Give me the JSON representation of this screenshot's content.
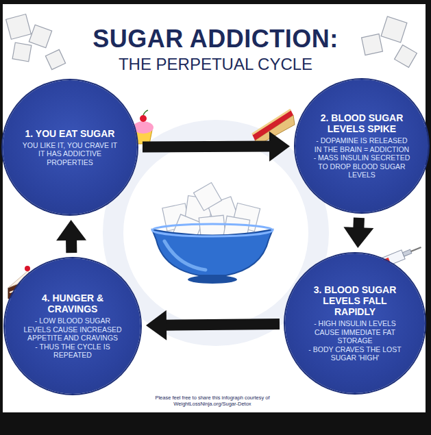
{
  "diagram": {
    "title": "SUGAR ADDICTION:",
    "nodes": [
      {
        "text": [
          "1. YOU EAT SUGAR",
          "YOU LIKE IT, YOU CRAVE IT IT HAS ADDICTIVE PROPERTIES"
        ]
      },
      {
        "text": [
          "2. BLOOD SUGAR LEVELS SPIKE",
          "- DOPAMINE IS RELEASED IN THE BRAIN = ADDICTION",
          "- MASS INSULIN SECRETED TO DROP BLOOD SUGAR LEVELS"
        ]
      },
      {
        "text": [
          "3. BLOOD SUGAR LEVELS FALL RAPIDLY",
          "- HIGH INSULIN LEVELS CAUSE IMMEDIATE FAT STORAGE",
          "- BODY CRAVES THE LOST SUGAR 'HIGH'"
        ]
      },
      {
        "text": [
          "4. HUNGER & CRAVINGS",
          "- LOW BLOOD SUGAR LEVELS CAUSE INCREASED APPETITE AND CRAVINGS",
          "- THUS THE CYCLE IS REPEATED"
        ]
      }
    ],
    "edges": [
      {
        "from": 0,
        "to": 1,
        "arrow": "to"
      },
      {
        "from": 1,
        "to": 2,
        "arrow": "to"
      },
      {
        "from": 2,
        "to": 3,
        "arrow": "to"
      },
      {
        "from": 3,
        "to": 0,
        "arrow": "to"
      }
    ],
    "labels": [
      "THE PERPETUAL CYCLE",
      "Please feel free to share this infograph courtesy of WeightLossNinja.org/Sugar-Detox"
    ]
  }
}
